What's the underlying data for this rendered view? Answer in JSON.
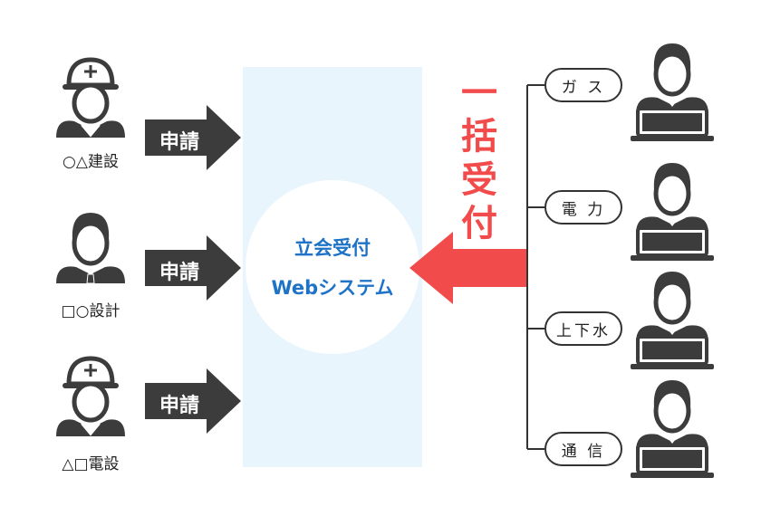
{
  "applicants": [
    {
      "label": "○△建設",
      "helmet": true
    },
    {
      "label": "□○設計",
      "helmet": false
    },
    {
      "label": "△□電設",
      "helmet": true
    }
  ],
  "arrow_label": "申請",
  "center": {
    "line1": "立会受付",
    "line2": "Webシステム"
  },
  "bulk": {
    "chars": [
      "一",
      "括",
      "受",
      "付"
    ]
  },
  "utilities": [
    {
      "label": "ガ ス"
    },
    {
      "label": "電 力"
    },
    {
      "label": "上下水"
    },
    {
      "label": "通 信"
    }
  ],
  "colors": {
    "accent_red": "#f24b4b",
    "blue_text": "#1e73c8",
    "panel": "#e9f5fd",
    "dark": "#3c3c3c"
  },
  "icons": {
    "applicant": "worker-with-helmet-icon",
    "designer": "person-with-tie-icon",
    "operator": "person-at-laptop-icon"
  }
}
